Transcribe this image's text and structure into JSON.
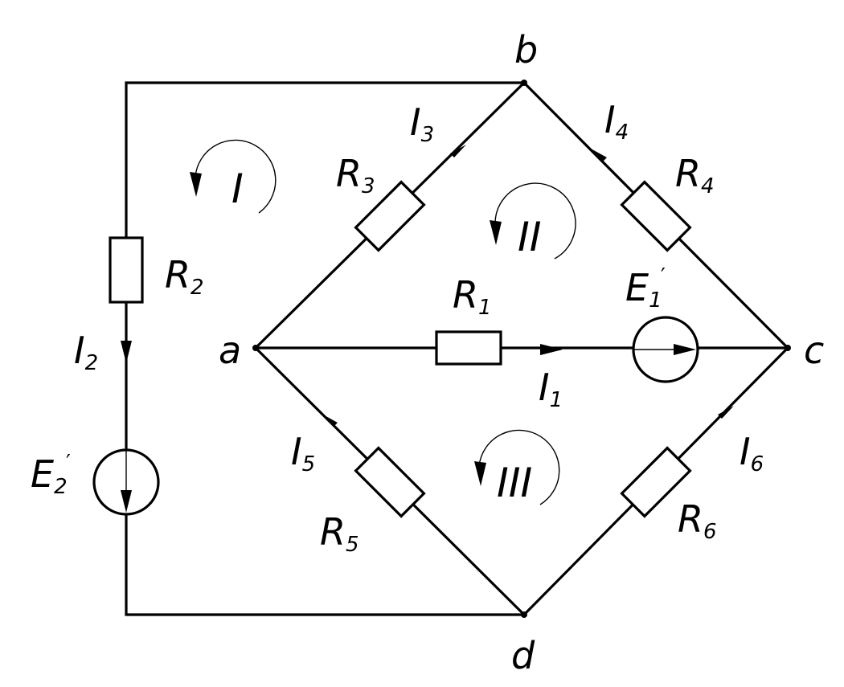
{
  "nodes": {
    "a": "a",
    "b": "b",
    "c": "c",
    "d": "d"
  },
  "resistors": {
    "R1": {
      "letter": "R",
      "sub": "1"
    },
    "R2": {
      "letter": "R",
      "sub": "2"
    },
    "R3": {
      "letter": "R",
      "sub": "3"
    },
    "R4": {
      "letter": "R",
      "sub": "4"
    },
    "R5": {
      "letter": "R",
      "sub": "5"
    },
    "R6": {
      "letter": "R",
      "sub": "6"
    }
  },
  "sources": {
    "E1": {
      "letter": "E",
      "sub": "1",
      "prime": "′"
    },
    "E2": {
      "letter": "E",
      "sub": "2",
      "prime": "′"
    }
  },
  "currents": {
    "I1": {
      "letter": "I",
      "sub": "1"
    },
    "I2": {
      "letter": "I",
      "sub": "2"
    },
    "I3": {
      "letter": "I",
      "sub": "3"
    },
    "I4": {
      "letter": "I",
      "sub": "4"
    },
    "I5": {
      "letter": "I",
      "sub": "5"
    },
    "I6": {
      "letter": "I",
      "sub": "6"
    }
  },
  "loops": {
    "I": "I",
    "II": "II",
    "III": "III"
  }
}
